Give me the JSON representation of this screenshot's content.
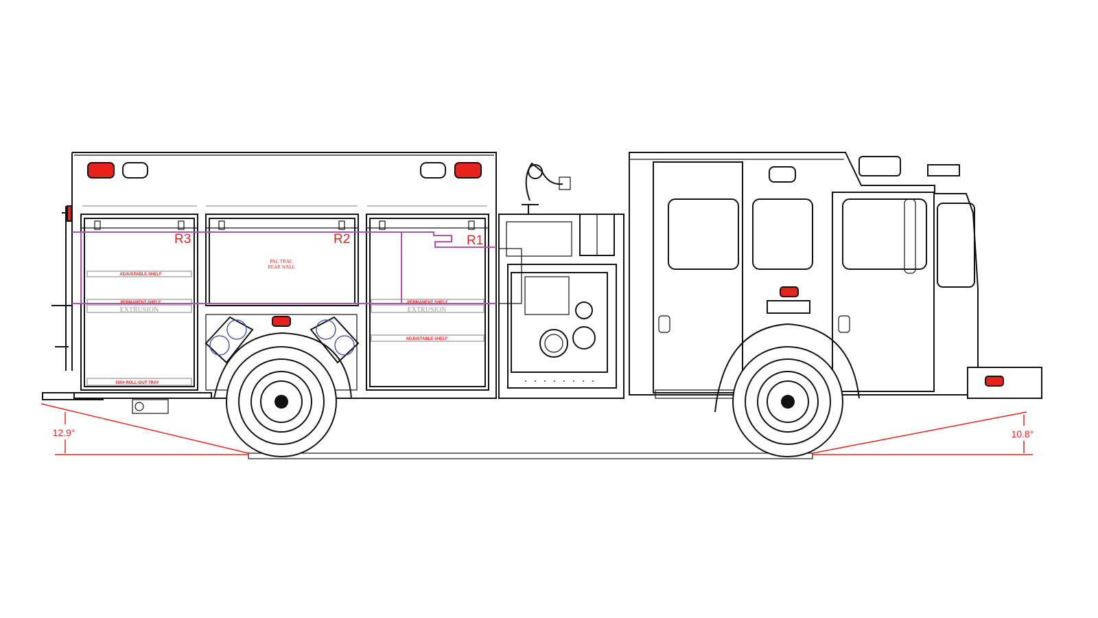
{
  "diagram": {
    "type": "fire-truck-side-elevation",
    "compartments": [
      {
        "zone": "R3",
        "labels": {
          "adjustable_shelf": "ADJUSTABLE SHELF",
          "permanent_shelf": "PERMANENT SHELF",
          "extrusion": "EXTRUSION",
          "tray": "500# ROLL-OUT TRAY"
        }
      },
      {
        "zone": "R2",
        "labels": {
          "wall_line1": "PAC TRAC",
          "wall_line2": "REAR WALL"
        }
      },
      {
        "zone": "R1",
        "labels": {
          "permanent_shelf": "PERMANENT SHELF",
          "extrusion": "EXTRUSION",
          "adjustable_shelf": "ADJUSTABLE SHELF"
        }
      }
    ],
    "angles": {
      "departure": "12.9°",
      "approach": "10.8°"
    },
    "colors": {
      "line": "#111111",
      "annotation": "#e8231e",
      "zone_outline": "#b94fb5",
      "light": "#e8231e",
      "shelf": "#aaaaaa"
    }
  }
}
